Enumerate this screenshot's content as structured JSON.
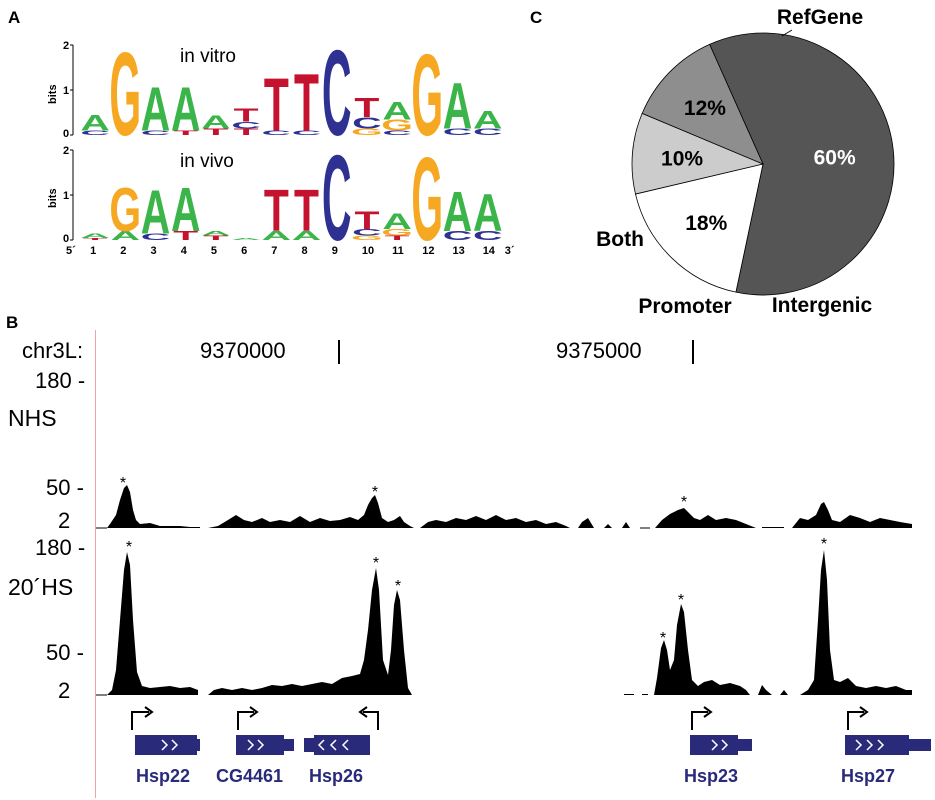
{
  "panelA": {
    "label": "A",
    "logos": [
      {
        "title": "in vitro",
        "ylabel": "bits",
        "yticks": [
          "2",
          "1",
          "0"
        ],
        "columns": [
          [
            [
              "C",
              0.1
            ],
            [
              "A",
              0.35
            ]
          ],
          [
            [
              "G",
              1.9
            ]
          ],
          [
            [
              "C",
              0.1
            ],
            [
              "A",
              1.0
            ]
          ],
          [
            [
              "T",
              0.1
            ],
            [
              "A",
              1.0
            ]
          ],
          [
            [
              "T",
              0.15
            ],
            [
              "A",
              0.3
            ]
          ],
          [
            [
              "T",
              0.15
            ],
            [
              "C",
              0.15
            ],
            [
              "T",
              0.3
            ]
          ],
          [
            [
              "C",
              0.1
            ],
            [
              "T",
              1.2
            ]
          ],
          [
            [
              "C",
              0.1
            ],
            [
              "T",
              1.3
            ]
          ],
          [
            [
              "C",
              1.95
            ]
          ],
          [
            [
              "G",
              0.15
            ],
            [
              "C",
              0.25
            ],
            [
              "T",
              0.45
            ]
          ],
          [
            [
              "C",
              0.1
            ],
            [
              "G",
              0.25
            ],
            [
              "A",
              0.4
            ]
          ],
          [
            [
              "G",
              1.85
            ]
          ],
          [
            [
              "C",
              0.15
            ],
            [
              "A",
              1.05
            ]
          ],
          [
            [
              "C",
              0.15
            ],
            [
              "A",
              0.4
            ]
          ]
        ]
      },
      {
        "title": "in vivo",
        "ylabel": "bits",
        "yticks": [
          "2",
          "1",
          "0"
        ],
        "columns": [
          [
            [
              "T",
              0.05
            ],
            [
              "A",
              0.1
            ]
          ],
          [
            [
              "A",
              0.2
            ],
            [
              "G",
              1.0
            ]
          ],
          [
            [
              "C",
              0.15
            ],
            [
              "A",
              1.0
            ]
          ],
          [
            [
              "T",
              0.2
            ],
            [
              "A",
              1.0
            ]
          ],
          [
            [
              "T",
              0.1
            ],
            [
              "A",
              0.1
            ]
          ],
          [
            [
              "A",
              0.05
            ]
          ],
          [
            [
              "A",
              0.2
            ],
            [
              "T",
              0.95
            ]
          ],
          [
            [
              "A",
              0.2
            ],
            [
              "T",
              0.95
            ]
          ],
          [
            [
              "C",
              1.95
            ]
          ],
          [
            [
              "G",
              0.1
            ],
            [
              "C",
              0.15
            ],
            [
              "T",
              0.4
            ]
          ],
          [
            [
              "T",
              0.1
            ],
            [
              "G",
              0.15
            ],
            [
              "A",
              0.35
            ]
          ],
          [
            [
              "G",
              1.9
            ]
          ],
          [
            [
              "C",
              0.2
            ],
            [
              "A",
              0.9
            ]
          ],
          [
            [
              "C",
              0.2
            ],
            [
              "A",
              0.85
            ]
          ]
        ],
        "xticks": [
          "5´",
          "1",
          "2",
          "3",
          "4",
          "5",
          "6",
          "7",
          "8",
          "9",
          "10",
          "11",
          "12",
          "13",
          "14",
          "3´"
        ]
      }
    ]
  },
  "panelB": {
    "label": "B",
    "chrom": "chr3L:",
    "coord1": "9370000",
    "coord2": "9375000",
    "tracks": [
      {
        "name": "NHS",
        "top": "180 -",
        "mid": "50 -",
        "bottom": "2"
      },
      {
        "name": "20´HS",
        "top": "180 -",
        "mid": "50 -",
        "bottom": "2"
      }
    ],
    "genes": [
      "Hsp22",
      "CG4461",
      "Hsp26",
      "Hsp23",
      "Hsp27"
    ]
  },
  "chart_data": {
    "type": "pie",
    "panel_label": "C",
    "categories": [
      "RefGene",
      "Intergenic",
      "Promoter",
      "Both"
    ],
    "values": [
      60,
      18,
      10,
      12
    ],
    "labels": [
      "60%",
      "18%",
      "10%",
      "12%"
    ],
    "colors": [
      "#555555",
      "#ffffff",
      "#cccccc",
      "#8e8e8e"
    ]
  },
  "colors": {
    "A": "#3bb54a",
    "C": "#2e3192",
    "G": "#f7a823",
    "T": "#c4122f",
    "gene": "#2a2a7a"
  }
}
